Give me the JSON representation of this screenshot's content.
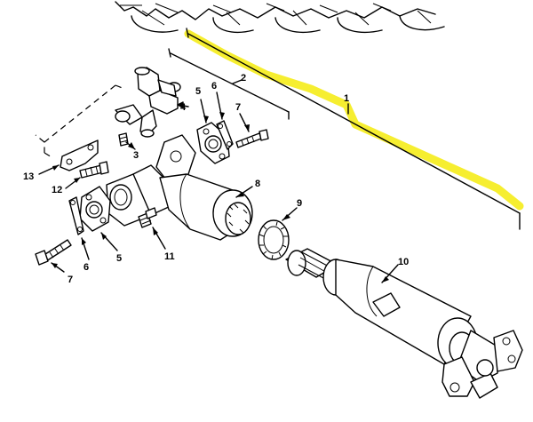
{
  "diagram": {
    "callouts": {
      "c1": "1",
      "c2": "2",
      "c3": "3",
      "c4": "4",
      "c5a": "5",
      "c5b": "5",
      "c6a": "6",
      "c6b": "6",
      "c7a": "7",
      "c7b": "7",
      "c8": "8",
      "c9": "9",
      "c10": "10",
      "c11": "11",
      "c12": "12",
      "c13": "13"
    },
    "highlight_color": "#f5ec1a",
    "line_color": "#000000"
  }
}
